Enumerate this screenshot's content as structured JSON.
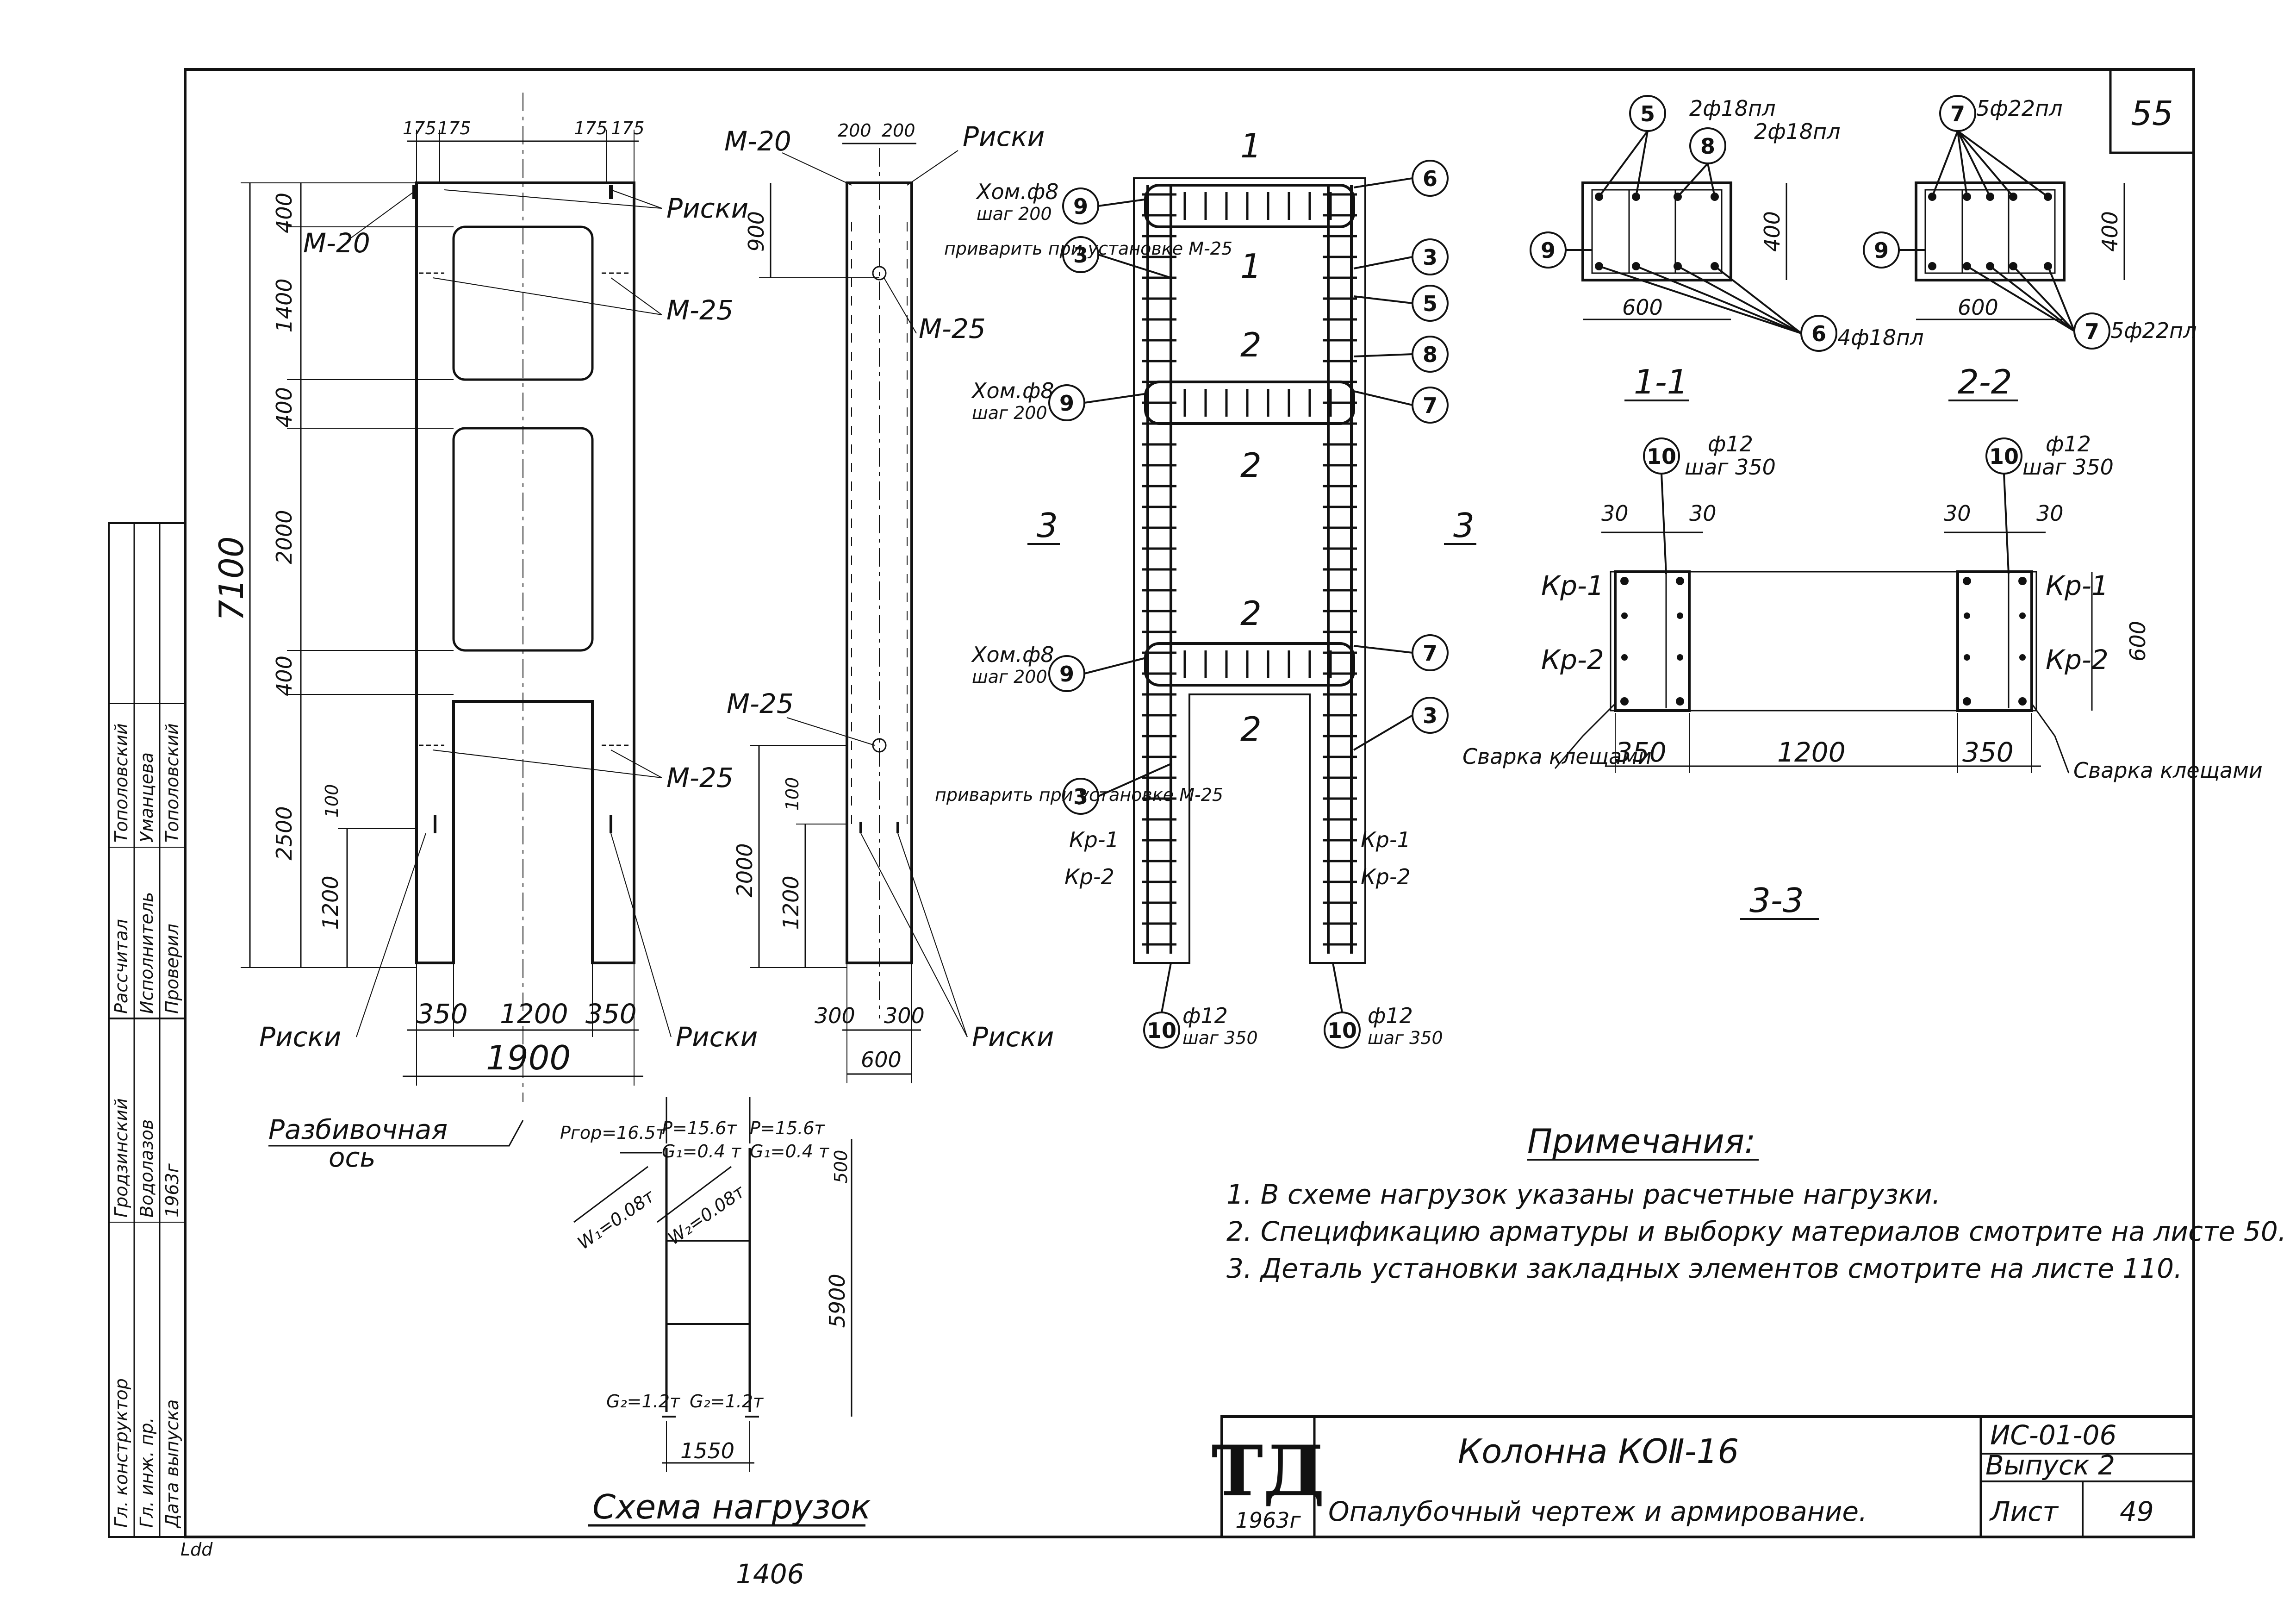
{
  "sheet_number": "55",
  "title_block": {
    "logo": "ТД",
    "year": "1963г",
    "title": "Колонна КОⅡ-16",
    "subtitle": "Опалубочный чертеж и армирование.",
    "code": "ИС-01-06",
    "issue": "Выпуск 2",
    "sheet_label": "Лист",
    "sheet_value": "49"
  },
  "signatures": {
    "left_col": [
      "Гл. конструктор",
      "Гл. инж. пр.",
      "Дата выпуска"
    ],
    "left_names": [
      "Гродзинский",
      "Водолазов",
      "1963г"
    ],
    "right_col": [
      "Рассчитал",
      "Исполнитель",
      "Проверил"
    ],
    "right_names": [
      "Тополовский",
      "Уманцева",
      "Тополовский"
    ]
  },
  "elevation": {
    "top_dims": [
      "175",
      "175",
      "175",
      "175"
    ],
    "left_dims": [
      "400",
      "1400",
      "400",
      "2000",
      "400",
      "2500"
    ],
    "total_height": "7100",
    "sub_dim": "1200",
    "small_dim": "100",
    "bottom_dims": [
      "350",
      "1200",
      "350"
    ],
    "total_width": "1900",
    "labels": {
      "m20": "М-20",
      "m25a": "М-25",
      "m25b": "М-25",
      "riski_top": "Риски",
      "riski_left": "Риски",
      "riski_right": "Риски"
    },
    "axis_label_1": "Разбивочная",
    "axis_label_2": "ось"
  },
  "side_view": {
    "top_dims": [
      "200",
      "200"
    ],
    "m20": "М-20",
    "riski_top": "Риски",
    "dim_900": "900",
    "m25a": "М-25",
    "m25b": "М-25",
    "dim_2000": "2000",
    "dim_1200": "1200",
    "dim_100": "100",
    "bottom_dims": [
      "300",
      "300"
    ],
    "total_width": "600",
    "riski_bottom": "Риски"
  },
  "reinforcement": {
    "section_mark_top": "1",
    "section_mark_mid": "2",
    "section_mark_side": "3",
    "clamp_label": "Хом.ф8",
    "clamp_step": "шаг 200",
    "weld_note_1": "приварить при установке М-25",
    "weld_note_2": "приварить при установке М-25",
    "kr1": "Кр-1",
    "kr2": "Кр-2",
    "bottom_bar": "ф12",
    "bottom_step": "шаг 350",
    "callouts": [
      "6",
      "3",
      "5",
      "8",
      "7",
      "7",
      "3",
      "9",
      "9",
      "9",
      "3",
      "3",
      "10",
      "10"
    ]
  },
  "section_11": {
    "title": "1-1",
    "bar_top_1": "2ф18пл",
    "bar_top_2": "2ф18пл",
    "bar_bottom": "4ф18пл",
    "width": "600",
    "height": "400",
    "callouts": [
      "5",
      "8",
      "9",
      "6"
    ]
  },
  "section_22": {
    "title": "2-2",
    "bar_top": "5ф22пл",
    "bar_bottom": "5ф22пл",
    "width": "600",
    "height": "400",
    "callouts": [
      "7",
      "9",
      "7"
    ]
  },
  "section_33": {
    "title": "3-3",
    "bar_left": "ф12",
    "step_left": "шаг 350",
    "bar_right": "ф12",
    "step_right": "шаг 350",
    "dims_top": [
      "30",
      "30",
      "30",
      "30"
    ],
    "dims_bottom": [
      "350",
      "1200",
      "350"
    ],
    "height": "600",
    "kr1": "Кр-1",
    "kr2": "Кр-2",
    "weld": "Сварка клещами",
    "callouts": [
      "10",
      "10"
    ]
  },
  "load_scheme": {
    "title": "Схема нагрузок",
    "p_left": "Р=15.6т",
    "p_right": "Р=15.6т",
    "g_left": "G₁=0.4 т",
    "g_right": "G₁=0.4 т",
    "p_hor": "Pгор=16.5т",
    "w_left": "W₁=0.08т",
    "w_right": "W₂=0.08т",
    "g2_left": "G₂=1.2т",
    "g2_right": "G₂=1.2т",
    "height": "5900",
    "top_dim": "500",
    "width": "1550"
  },
  "notes": {
    "title": "Примечания:",
    "items": [
      "1. В схеме нагрузок указаны расчетные нагрузки.",
      "2. Спецификацию арматуры и выборку материалов смотрите на листе 50.",
      "3. Деталь установки закладных элементов смотрите на листе 110."
    ]
  },
  "bottom_stamp": "1406",
  "corner_mark": "Ldd"
}
